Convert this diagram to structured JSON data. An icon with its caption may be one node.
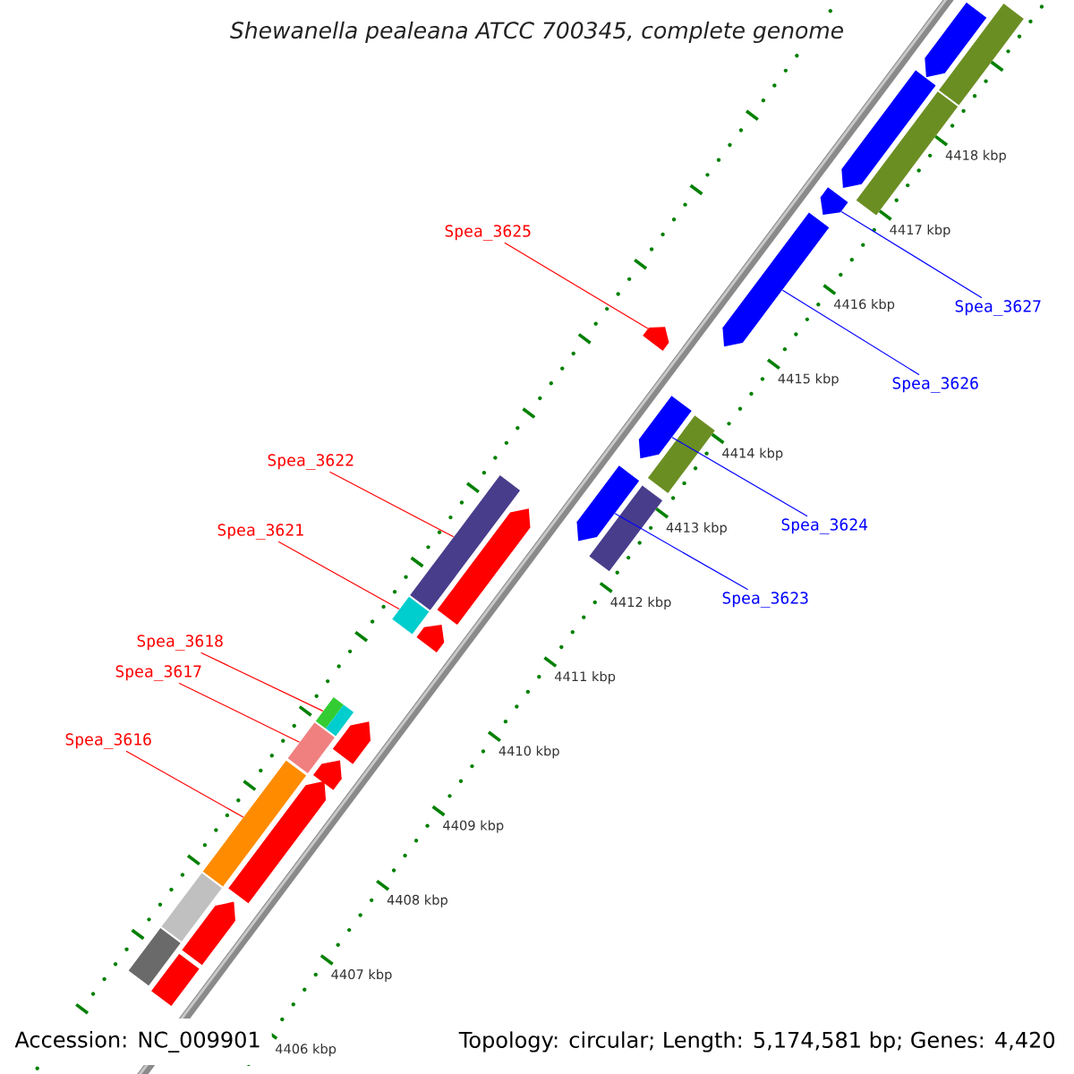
{
  "diagram": {
    "title": "Shewanella pealeana ATCC 700345, complete genome",
    "nodes": [
      {
        "text": [
          "Spea_3627"
        ]
      },
      {
        "text": [],
        "shape": "pentagon"
      },
      {
        "text": [
          "Spea_3625"
        ]
      },
      {
        "text": [],
        "shape": "pentagon"
      },
      {
        "text": [
          "Spea_3626"
        ]
      },
      {
        "text": [],
        "shape": "pentagon"
      },
      {
        "text": [
          "Spea_3624"
        ]
      },
      {
        "text": [],
        "shape": "pentagon"
      },
      {
        "text": [
          "Spea_3622"
        ]
      },
      {
        "text": [],
        "shape": "bar"
      },
      {
        "text": [
          "Spea_3623"
        ]
      },
      {
        "text": [],
        "shape": "pentagon"
      },
      {
        "text": [
          "Spea_3621"
        ]
      },
      {
        "text": [],
        "shape": "bar"
      },
      {
        "text": [
          "Spea_3618"
        ]
      },
      {
        "text": [],
        "shape": "bar"
      },
      {
        "text": [
          "Spea_3617"
        ]
      },
      {
        "text": [],
        "shape": "bar"
      },
      {
        "text": [
          "Spea_3616"
        ]
      },
      {
        "text": [],
        "shape": "bar"
      },
      {
        "text": [],
        "shape": "pentagon"
      },
      {
        "text": [],
        "shape": "pentagon"
      },
      {
        "text": [],
        "shape": "bar"
      },
      {
        "text": [],
        "shape": "bar"
      },
      {
        "text": [],
        "shape": "bar"
      },
      {
        "text": [],
        "shape": "bar"
      },
      {
        "text": [],
        "shape": "pentagon"
      },
      {
        "text": [],
        "shape": "pentagon"
      },
      {
        "text": [],
        "shape": "pentagon"
      },
      {
        "text": [],
        "shape": "pentagon"
      },
      {
        "text": [],
        "shape": "pentagon"
      },
      {
        "text": [],
        "shape": "pentagon"
      },
      {
        "text": [],
        "shape": "bar"
      },
      {
        "text": [],
        "shape": "bar"
      },
      {
        "text": [],
        "shape": "bar"
      }
    ],
    "edges": [
      {
        "from": 0,
        "to": 1,
        "arrow": "none",
        "color": "#0000ff"
      },
      {
        "from": 2,
        "to": 3,
        "arrow": "none"
      },
      {
        "from": 4,
        "to": 5,
        "arrow": "none",
        "color": "#0000ff"
      },
      {
        "from": 6,
        "to": 7,
        "arrow": "none",
        "color": "#0000ff"
      },
      {
        "from": 8,
        "to": 9,
        "arrow": "none"
      },
      {
        "from": 10,
        "to": 11,
        "arrow": "none",
        "color": "#0000ff"
      },
      {
        "from": 12,
        "to": 13,
        "arrow": "none"
      },
      {
        "from": 14,
        "to": 15,
        "arrow": "none"
      },
      {
        "from": 16,
        "to": 17,
        "arrow": "none"
      },
      {
        "from": 18,
        "to": 19,
        "arrow": "none"
      }
    ],
    "labels": [
      "4418 kbp",
      "4417 kbp",
      "4416 kbp",
      "4415 kbp",
      "4414 kbp",
      "4413 kbp",
      "4412 kbp",
      "4411 kbp",
      "4410 kbp",
      "4409 kbp",
      "4408 kbp",
      "4407 kbp",
      "4406 kbp",
      "Accession: NC_009901",
      "Topology: circular; Length: 5,174,581 bp; Genes: 4,420"
    ]
  }
}
